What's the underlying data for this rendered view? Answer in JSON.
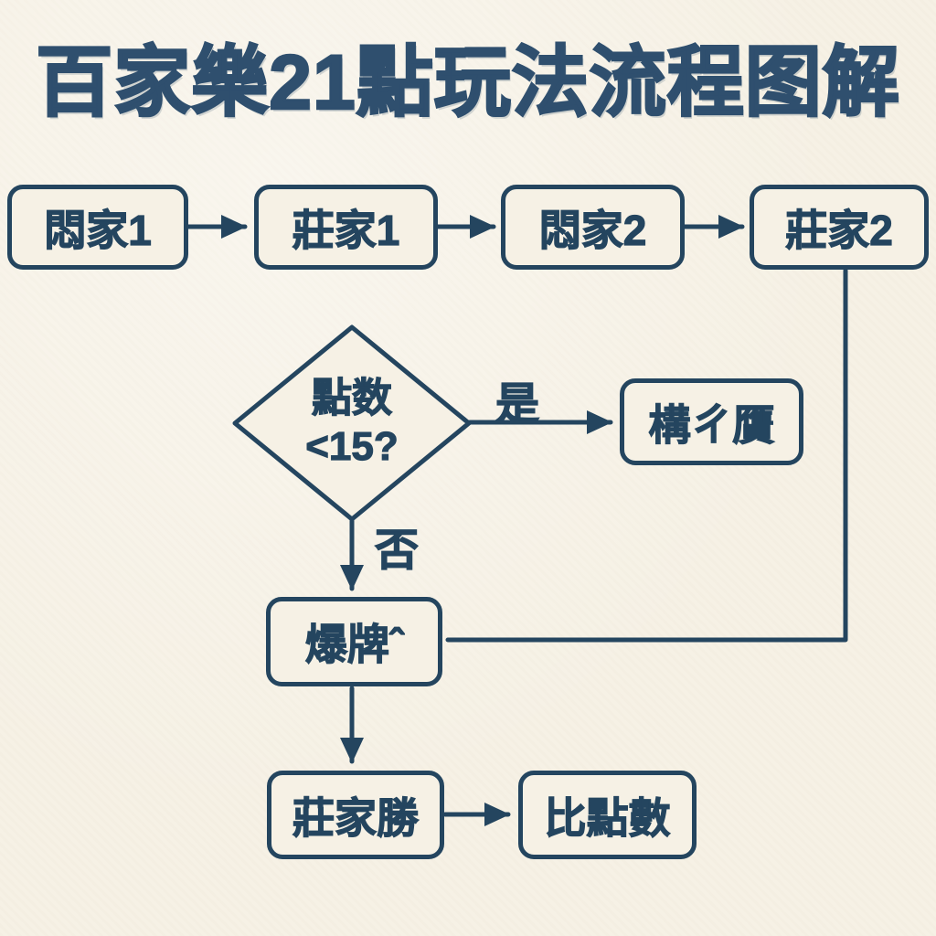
{
  "title": "百家樂21點玩法流程图解",
  "colors": {
    "background": "#f6f1e5",
    "ink": "#24455f",
    "title_ink": "#2f4f6e"
  },
  "flow": {
    "row1": [
      {
        "label": "悶家1"
      },
      {
        "label": "莊家1"
      },
      {
        "label": "悶家2"
      },
      {
        "label": "莊家2"
      }
    ],
    "decision": {
      "line1": "點数",
      "line2": "<15?"
    },
    "branch_yes": {
      "label": "是",
      "target": "構ㄔ贋"
    },
    "branch_no": {
      "label": "否",
      "target": "爆牌ˆ"
    },
    "banker_wins": "莊家勝",
    "compare_points": "比點數"
  }
}
